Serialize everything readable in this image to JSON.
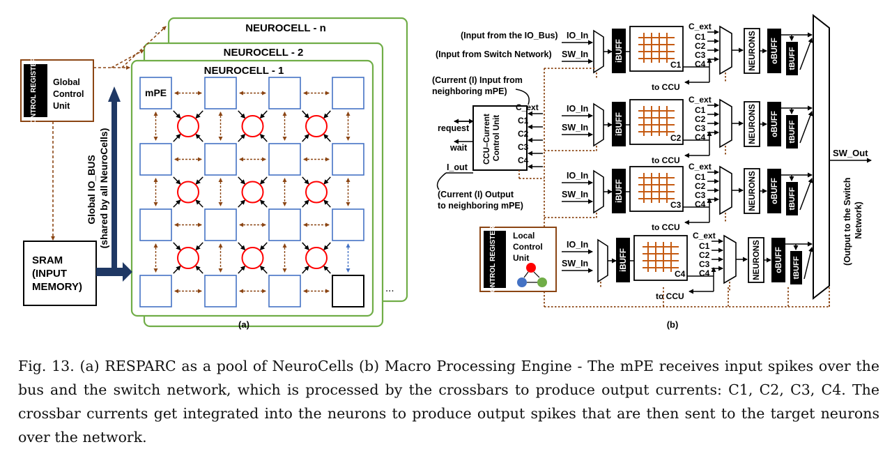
{
  "colors": {
    "green_border": "#70ad47",
    "blue_border": "#4472c4",
    "crossbar_orange": "#c55a11",
    "dashed_brown": "#8b4513",
    "bus_navy": "#1f3864",
    "ccu_red": "#ff0000",
    "ccu_blue": "#4472c4",
    "ccu_green": "#70ad47"
  },
  "panel_a": {
    "sublabel": "(a)",
    "control_registers": "CONTROL REGISTERS",
    "global_control_unit": [
      "Global",
      "Control",
      "Unit"
    ],
    "neurocell_titles": [
      "NEUROCELL - n",
      "NEUROCELL - 2",
      "NEUROCELL - 1"
    ],
    "ellipsis_top": "..",
    "ellipsis_bottom": "...",
    "mpe_label": "mPE",
    "io_bus_label": [
      "Global IO_BUS",
      "(shared by all NeuroCells)"
    ],
    "sram_label": [
      "SRAM",
      "(INPUT",
      "MEMORY)"
    ]
  },
  "panel_b": {
    "sublabel": "(b)",
    "rows": [
      {
        "io_in": "IO_In",
        "sw_in": "SW_In",
        "io_src": "(Input from the IO_Bus)",
        "sw_src": "(Input from Switch Network)",
        "crossbar_out": "C1",
        "to_ccu": "to CCU"
      },
      {
        "io_in": "IO_In",
        "sw_in": "SW_In",
        "io_src": "",
        "sw_src": "",
        "crossbar_out": "C2",
        "to_ccu": "to CCU"
      },
      {
        "io_in": "IO_In",
        "sw_in": "SW_In",
        "io_src": "",
        "sw_src": "",
        "crossbar_out": "C3",
        "to_ccu": "to CCU"
      },
      {
        "io_in": "IO_In",
        "sw_in": "SW_In",
        "io_src": "",
        "sw_src": "",
        "crossbar_out": "C4",
        "to_ccu": "to CCU"
      }
    ],
    "mux_inputs": [
      "C_ext",
      "C1",
      "C2",
      "C3",
      "C4"
    ],
    "ibuff": "iBUFF",
    "neurons": "NEURONS",
    "obuff": "oBUFF",
    "tbuff": "tBUFF",
    "ccu": {
      "title": [
        "CCU–Current",
        "Control Unit"
      ],
      "inputs": [
        "C_ext",
        "C1",
        "C2",
        "C3",
        "C4"
      ],
      "signals": [
        "request",
        "wait",
        "I_out"
      ],
      "current_in_note": [
        "(Current (I) Input from",
        "neighboring mPE)"
      ],
      "current_out_note": [
        "(Current (I) Output",
        "to neighboring mPE)"
      ]
    },
    "local_control": {
      "registers": "CONTROL REGISTERS",
      "label": [
        "Local",
        "Control",
        "Unit"
      ]
    },
    "sw_out": "SW_Out",
    "switch_output_note": [
      "(Output to the Switch",
      "Network)"
    ]
  },
  "caption": "Fig. 13.  (a) RESPARC as a pool of NeuroCells (b) Macro Processing Engine - The mPE receives input spikes over the bus and the switch network, which is processed by the crossbars to produce output currents: C1, C2, C3, C4. The crossbar currents get integrated into the neurons to produce output spikes that are then sent to the target neurons over the network."
}
